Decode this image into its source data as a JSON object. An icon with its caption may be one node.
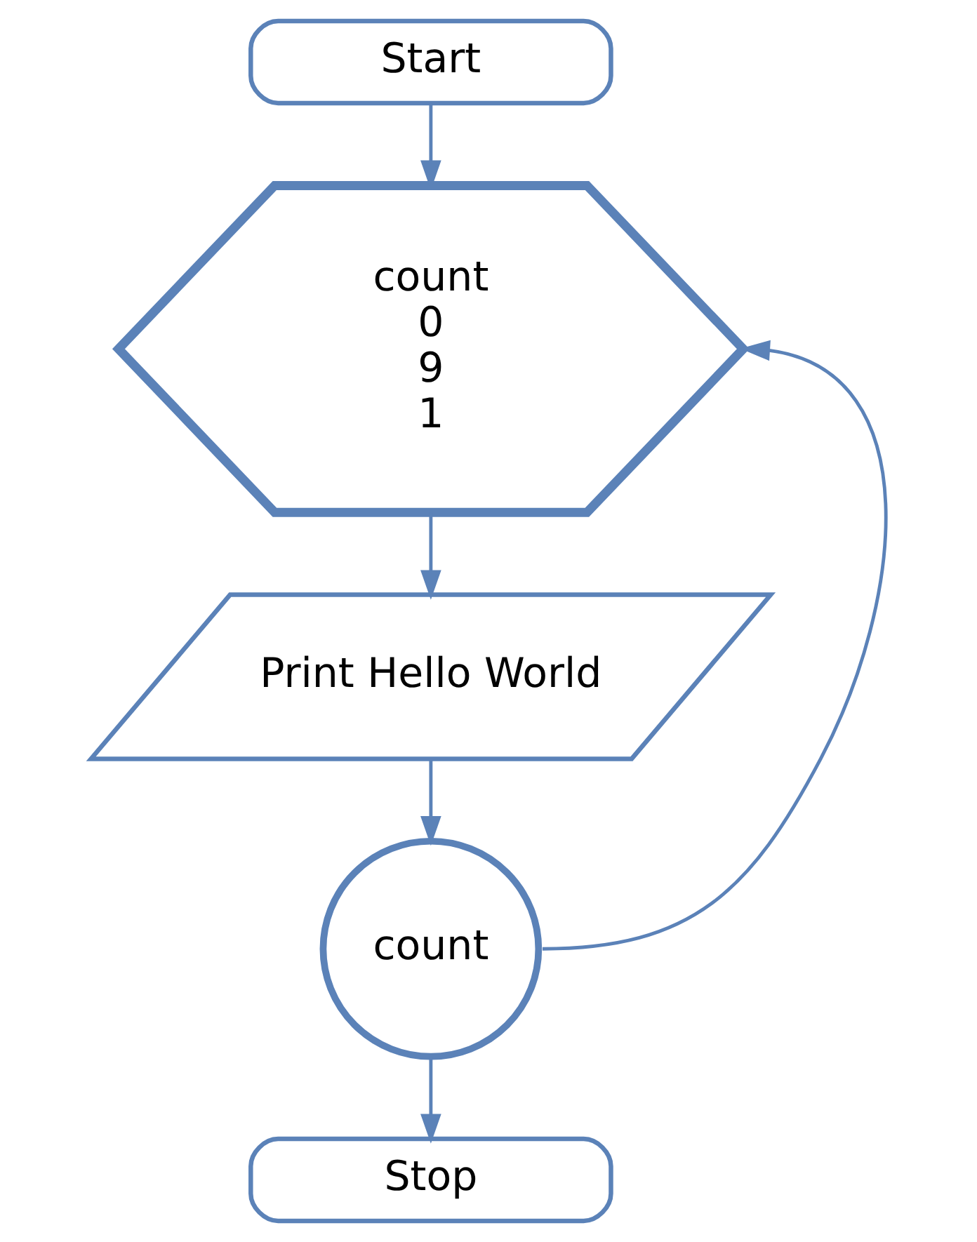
{
  "diagram": {
    "nodes": [
      {
        "text": [
          "Start"
        ]
      },
      {
        "text": [
          "count",
          "0",
          "9",
          "1"
        ]
      },
      {
        "text": [
          "Print Hello World"
        ]
      },
      {
        "text": [
          "count"
        ]
      },
      {
        "text": [
          "Stop"
        ]
      }
    ],
    "edges": [
      {
        "from": 0,
        "to": 1,
        "arrow": "to"
      },
      {
        "from": 1,
        "to": 2,
        "arrow": "to"
      },
      {
        "from": 2,
        "to": 3,
        "arrow": "to"
      },
      {
        "from": 3,
        "to": 1,
        "arrow": "to"
      },
      {
        "from": 3,
        "to": 4,
        "arrow": "to"
      }
    ]
  }
}
